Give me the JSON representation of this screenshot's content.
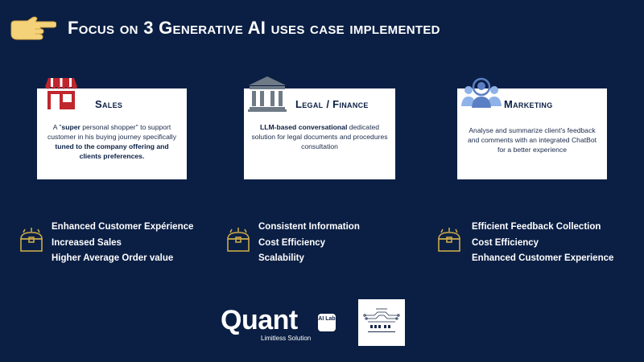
{
  "header": {
    "title": "Focus on 3 Generative AI uses case implemented",
    "pointer_icon": "pointing-hand-icon"
  },
  "colors": {
    "background": "#0b1f44",
    "card": "#ffffff",
    "store_icon": "#c0262d",
    "bank_icon": "#6e7a86",
    "team_icon": "#8fb2e8",
    "chest_icon": "#c9a94a"
  },
  "use_cases": [
    {
      "title": "Sales",
      "icon": "store-icon",
      "description": [
        {
          "text": "A \"",
          "bold": false
        },
        {
          "text": "super",
          "bold": true
        },
        {
          "text": " personal shopper\" to support customer in his buying journey specifically ",
          "bold": false
        },
        {
          "text": "tuned to the company offering and clients preferences.",
          "bold": true
        }
      ],
      "benefits": [
        "Enhanced Customer Expérience",
        "Increased Sales",
        "Higher Average Order value"
      ]
    },
    {
      "title": "Legal / Finance",
      "icon": "bank-icon",
      "description": [
        {
          "text": "LLM-based conversational",
          "bold": true
        },
        {
          "text": " dedicated solution for legal documents and procedures  consultation",
          "bold": false
        }
      ],
      "benefits": [
        "Consistent Information",
        "Cost Efficiency",
        "Scalability"
      ]
    },
    {
      "title": "Marketing",
      "icon": "team-icon",
      "description": [
        {
          "text": "Analyse and summarize client's feedback and comments with an integrated ChatBot for a better experience",
          "bold": false
        }
      ],
      "benefits": [
        "Efficient Feedback Collection",
        "Cost Efficiency",
        "Enhanced Customer Experience"
      ]
    }
  ],
  "logos": {
    "quant_name": "Quant",
    "quant_badge": "AI Lab",
    "quant_tagline": "Limitless Solution",
    "quant_logo": "quant-logo",
    "uniq_logo": "uniq-ai-logo"
  }
}
